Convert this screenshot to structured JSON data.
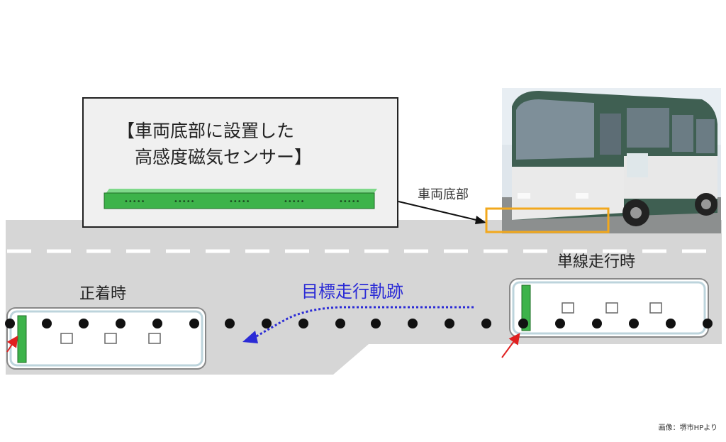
{
  "sensor_box": {
    "title_line1": "【車両底部に設置した",
    "title_line2": "高感度磁気センサー】"
  },
  "labels": {
    "vehicle_bottom": "車両底部",
    "single_line": "単線走行時",
    "target_track": "目標走行軌跡",
    "docked": "正着時"
  },
  "credit": "画像：堺市HPより",
  "colors": {
    "road": "#d6d6d6",
    "sensor_green": "#3db34a",
    "track_blue": "#2b2bd6",
    "highlight_orange": "#f2a81d",
    "arrow_red": "#e02020",
    "bus_green": "#3f5f52"
  }
}
